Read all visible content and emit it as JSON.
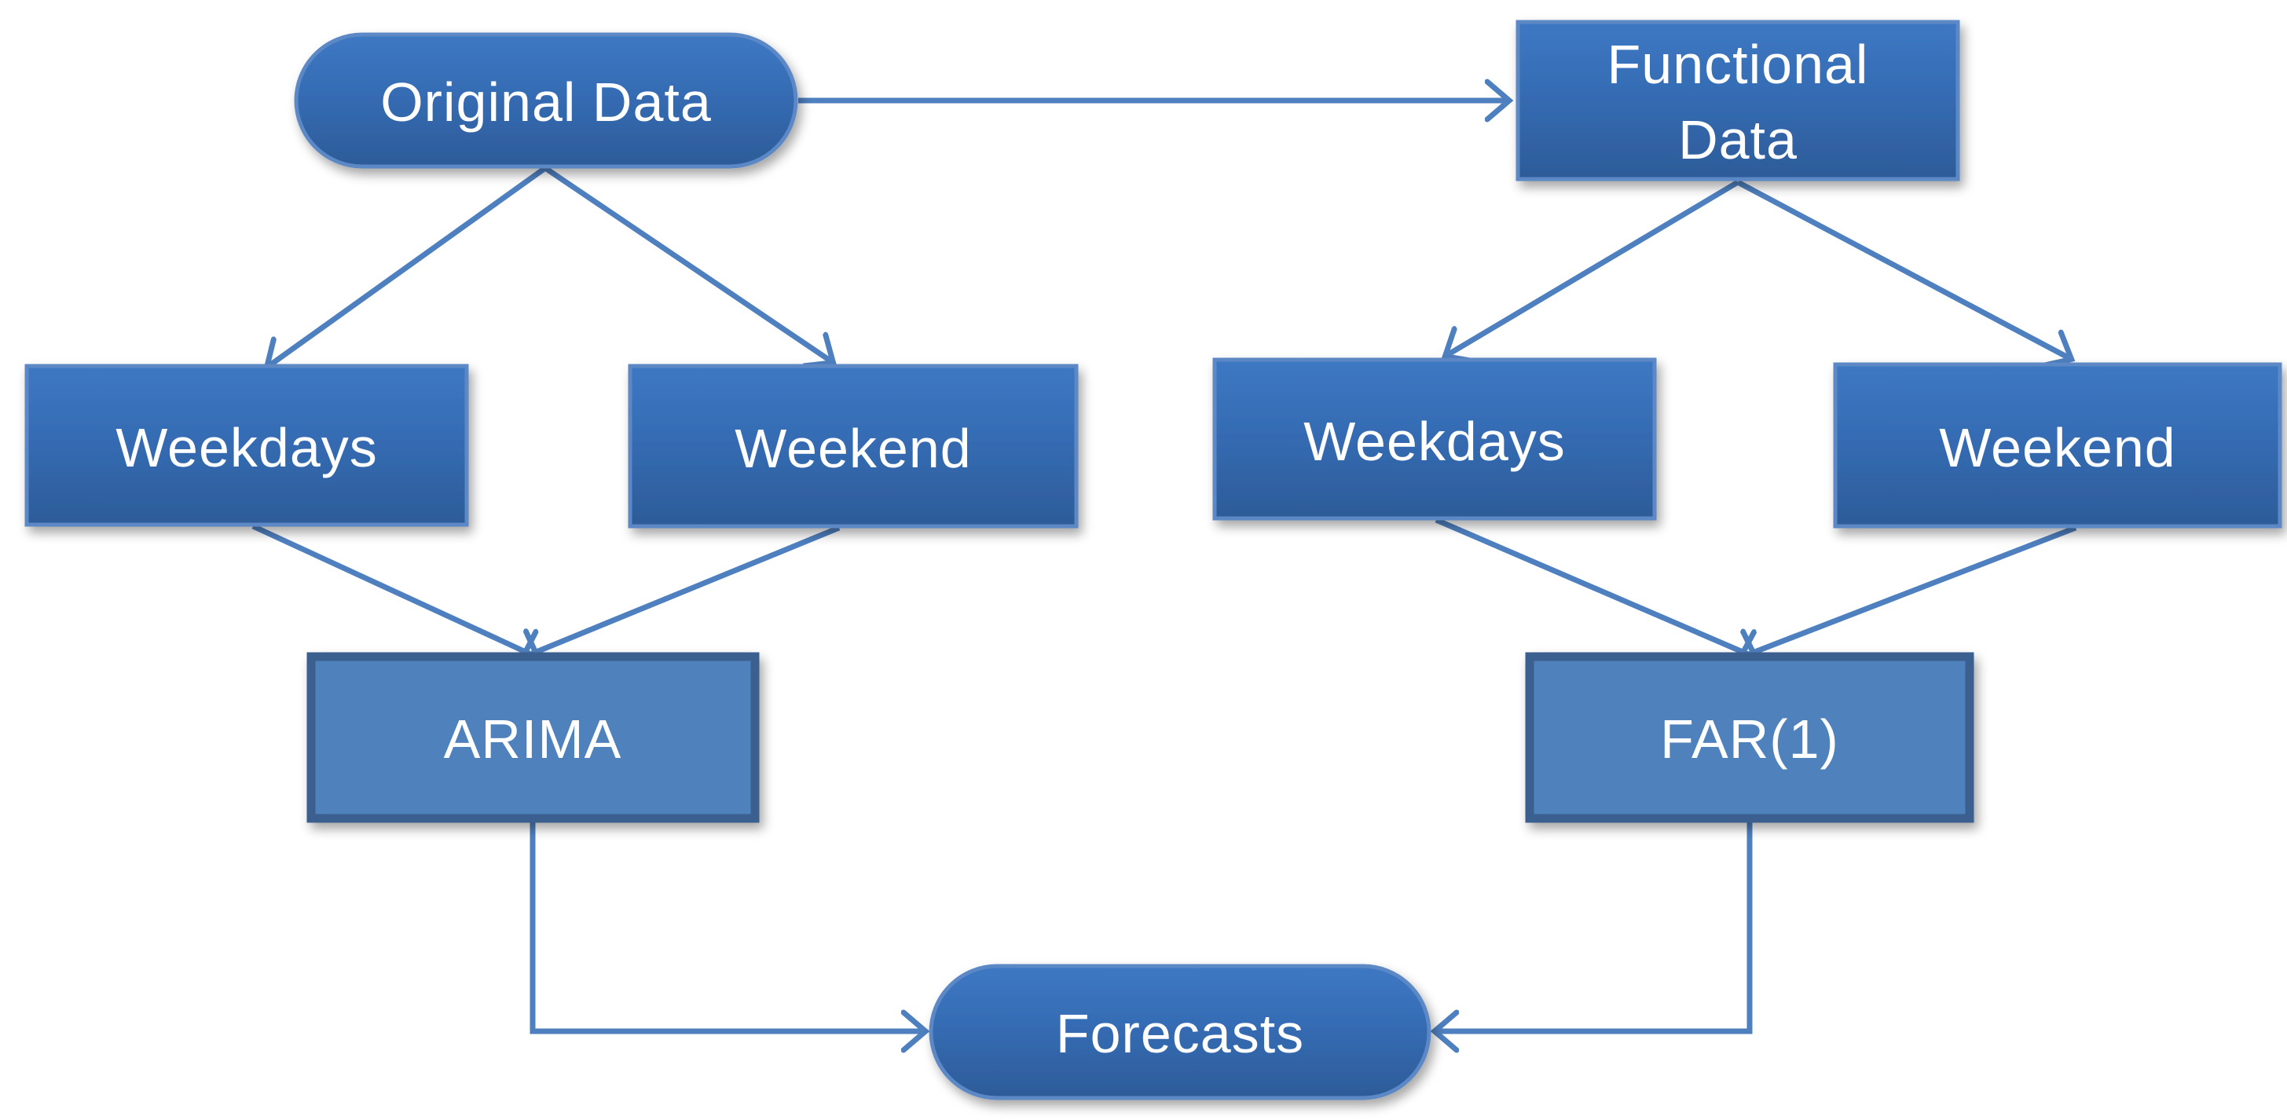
{
  "diagram": {
    "type": "flowchart",
    "nodes": {
      "original_data": {
        "label": "Original Data",
        "shape": "rounded-pill",
        "style": "gradient"
      },
      "functional_data": {
        "label": "Functional Data",
        "lines": [
          "Functional",
          "Data"
        ],
        "shape": "rectangle",
        "style": "gradient"
      },
      "weekdays_left": {
        "label": "Weekdays",
        "shape": "rectangle",
        "style": "gradient"
      },
      "weekend_left": {
        "label": "Weekend",
        "shape": "rectangle",
        "style": "gradient"
      },
      "weekdays_right": {
        "label": "Weekdays",
        "shape": "rectangle",
        "style": "gradient"
      },
      "weekend_right": {
        "label": "Weekend",
        "shape": "rectangle",
        "style": "gradient"
      },
      "arima": {
        "label": "ARIMA",
        "shape": "rectangle",
        "style": "flat-bordered"
      },
      "far1": {
        "label": "FAR(1)",
        "shape": "rectangle",
        "style": "flat-bordered"
      },
      "forecasts": {
        "label": "Forecasts",
        "shape": "rounded-pill",
        "style": "gradient"
      }
    },
    "edges": [
      {
        "from": "original_data",
        "to": "functional_data"
      },
      {
        "from": "original_data",
        "to": "weekdays_left"
      },
      {
        "from": "original_data",
        "to": "weekend_left"
      },
      {
        "from": "weekdays_left",
        "to": "arima"
      },
      {
        "from": "weekend_left",
        "to": "arima"
      },
      {
        "from": "functional_data",
        "to": "weekdays_right"
      },
      {
        "from": "functional_data",
        "to": "weekend_right"
      },
      {
        "from": "weekdays_right",
        "to": "far1"
      },
      {
        "from": "weekend_right",
        "to": "far1"
      },
      {
        "from": "arima",
        "to": "forecasts"
      },
      {
        "from": "far1",
        "to": "forecasts"
      }
    ],
    "colors": {
      "background": "#ffffff",
      "gradient_top": "#3e78c3",
      "gradient_mid": "#356cb4",
      "gradient_bottom": "#2d5b98",
      "node_border": "#5b88c6",
      "flat_fill": "#4f81bd",
      "flat_border": "#3a618f",
      "arrow": "#4e7fbf",
      "text": "#ffffff"
    }
  }
}
